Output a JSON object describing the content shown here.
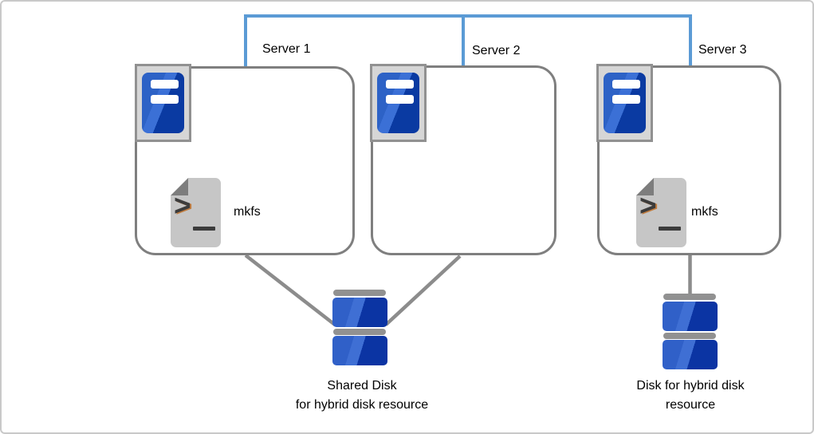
{
  "servers": [
    {
      "label": "Server 1",
      "script_label": "mkfs"
    },
    {
      "label": "Server 2"
    },
    {
      "label": "Server 3",
      "script_label": "mkfs"
    }
  ],
  "disks": [
    {
      "caption_line1": "Shared Disk",
      "caption_line2": "for hybrid disk resource"
    },
    {
      "caption_line1": "Disk for hybrid disk",
      "caption_line2": "resource"
    }
  ],
  "icons": {
    "server": "server-icon",
    "script": "script-file-icon",
    "disk": "disk-icon"
  },
  "colors": {
    "interconnect_blue": "#5B9BD5",
    "box_border_gray": "#7F7F7F",
    "connector_gray": "#8C8C8C",
    "server_blue_bright": "#2D62C6",
    "server_blue_dark": "#0A3AA2",
    "disk_blue_bright": "#3060C8",
    "disk_blue_dark": "#0B34A3",
    "icon_frame_gray": "#D6D6D6",
    "document_gray": "#C6C6C6"
  }
}
